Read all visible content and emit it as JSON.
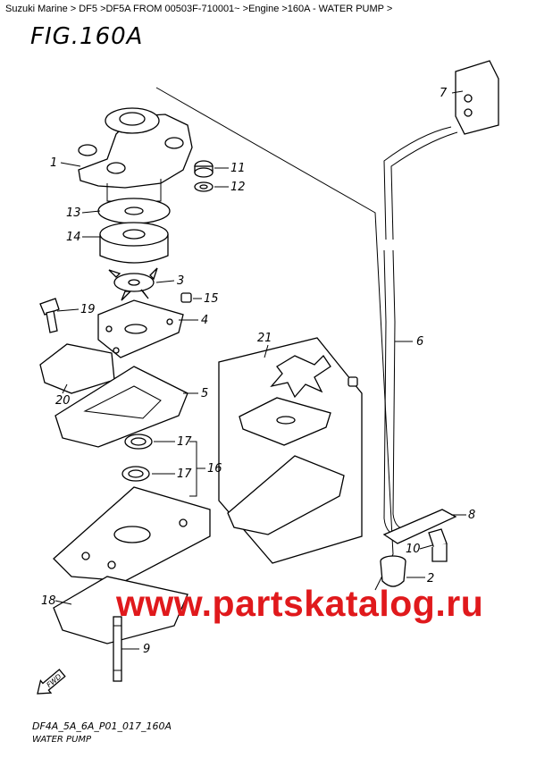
{
  "breadcrumb": "Suzuki Marine > DF5 >DF5A FROM 00503F-710001~ >Engine >160A - WATER PUMP >",
  "figure_title": "FIG.160A",
  "footer": {
    "code": "DF4A_5A_6A_P01_017_160A",
    "name": "WATER PUMP"
  },
  "watermark": "www.partskatalog.ru",
  "fwd_label": "FWD",
  "callouts": {
    "c1": "1",
    "c2": "2",
    "c3": "3",
    "c4": "4",
    "c5": "5",
    "c6": "6",
    "c7": "7",
    "c8": "8",
    "c9": "9",
    "c10": "10",
    "c11": "11",
    "c12": "12",
    "c13": "13",
    "c14": "14",
    "c15": "15",
    "c16": "16",
    "c17a": "17",
    "c17b": "17",
    "c18": "18",
    "c19": "19",
    "c20": "20",
    "c21": "21"
  }
}
